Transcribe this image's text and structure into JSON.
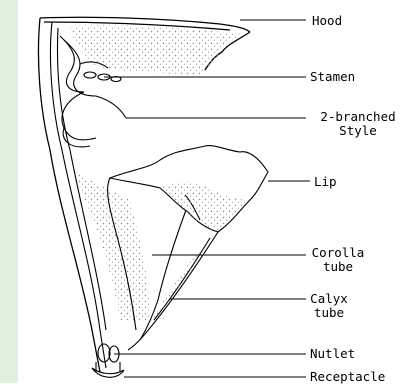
{
  "labels": {
    "hood": "Hood",
    "stamen": "Stamen",
    "style_line1": "2-branched",
    "style_line2": "Style",
    "lip": "Lip",
    "corolla_line1": "Corolla",
    "corolla_line2": "tube",
    "calyx_line1": "Calyx",
    "calyx_line2": "tube",
    "nutlet": "Nutlet",
    "receptacle": "Receptacle"
  },
  "colors": {
    "line": "#000000",
    "stipple": "#8a8a8a",
    "background": "#ffffff",
    "side_strip": "#dff0df"
  }
}
